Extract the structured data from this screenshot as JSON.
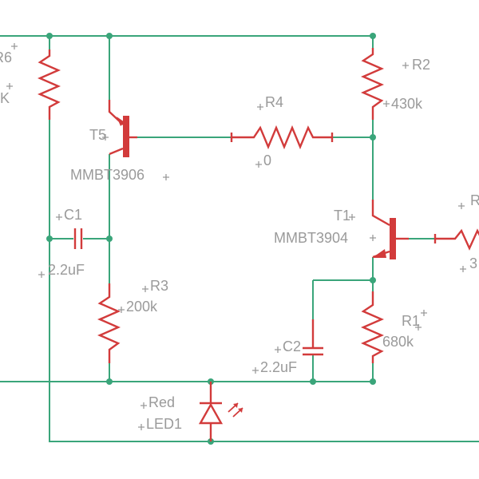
{
  "components": {
    "R6": {
      "name": "R6",
      "value": "K"
    },
    "R2": {
      "name": "R2",
      "value": "430k"
    },
    "R4": {
      "name": "R4",
      "value": "0"
    },
    "T5": {
      "name": "T5",
      "value": "MMBT3906"
    },
    "C1": {
      "name": "C1",
      "value": "2.2uF"
    },
    "T1": {
      "name": "T1",
      "value": "MMBT3904"
    },
    "R3": {
      "name": "R3",
      "value": "200k"
    },
    "R1": {
      "name": "R1",
      "value": "680k"
    },
    "C2": {
      "name": "C2",
      "value": "2.2uF"
    },
    "LED1": {
      "name": "LED1",
      "value": "Red"
    },
    "R5": {
      "name": "R",
      "value": "3"
    }
  },
  "colors": {
    "wire": "#3aa57a",
    "component": "#d23b3b",
    "label": "#9a9a9a"
  }
}
